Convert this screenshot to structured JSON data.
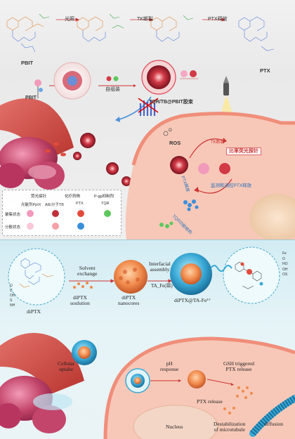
{
  "top": {
    "arrow_labels": [
      "光照",
      "TK断裂",
      "PTX释放"
    ],
    "pbit_label": "PBIT",
    "ptx_label": "PTX",
    "pbit_small_label": "PBIT",
    "self_assembly": "自组装",
    "micelle_label": "TQR/TB@PBIT胶束",
    "ratio_probe": "比率荧光探针",
    "ros_label": "ROS",
    "o2_label": "O",
    "tk_break_label": "TK断裂",
    "monitor_label": "监测和调控PTX释放",
    "release_label": "PTX释放",
    "qr_label": "TQR功能结构",
    "legend": {
      "headers": [
        "荧光探针",
        "化疗药物",
        "P-gp抑制剂"
      ],
      "subheaders": [
        "光敏剂PpIX",
        "AIE分子TB",
        "PTX",
        "TQR"
      ],
      "rows": [
        "聚集状态",
        "分散状态"
      ]
    }
  },
  "bottom": {
    "solvent_exchange": "Solvent\nexchange",
    "interfacial_assembly": "Interfacial\nassembly",
    "ta_fe": "TA_Fe(Ⅲ)",
    "diptx_solution": "diPTX\nsoulution",
    "diptx_nanocores": "diPTX\nnanocores",
    "diptx_ta_fe": "diPTX@TA-Fe³⁺",
    "diptx": "diPTX",
    "legend_right": [
      "Fe",
      "O",
      "HO",
      "OH",
      "OS"
    ],
    "legend_left": [
      "O",
      "C",
      "OH",
      "S",
      "NH"
    ],
    "cellular_uptake": "Cellular\nuptake",
    "ph_response": "pH\nresponse",
    "gsh_release": "GSH triggered\nPTX release",
    "ptx_release": "PTX release",
    "nucleus": "Nucleus",
    "destabilization": "Destabilization\nof microtubule",
    "diffusion": "diffusion"
  },
  "colors": {
    "tumor": "#c2456a",
    "vessel": "#d9534f",
    "cell_membrane": "#f7b7a3",
    "micelle_core": "#c0303b",
    "nano_blue": "#3aa9d6",
    "nano_orange": "#f08a4b",
    "green_dot": "#5cc85c"
  }
}
